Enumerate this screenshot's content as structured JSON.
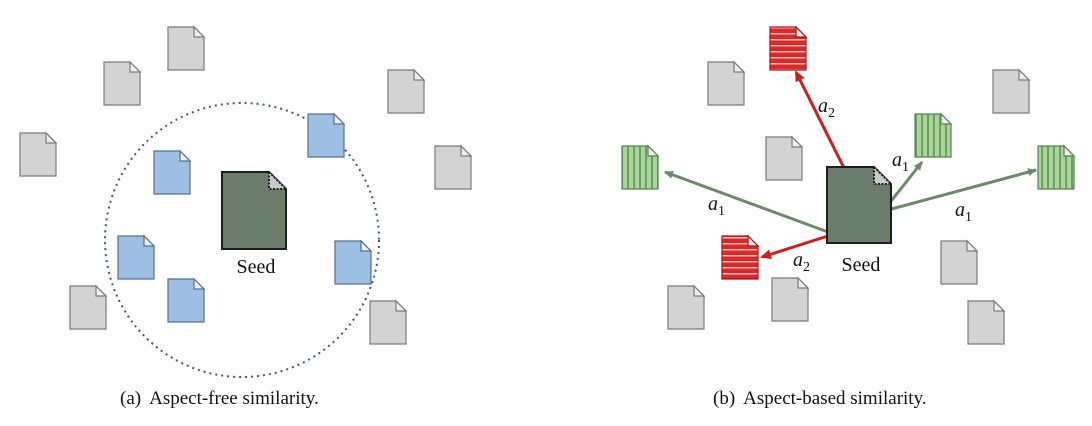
{
  "panel_a": {
    "caption_label": "(a)",
    "caption_text": "Aspect-free similarity.",
    "seed_label": "Seed"
  },
  "panel_b": {
    "caption_label": "(b)",
    "caption_text": "Aspect-based similarity.",
    "seed_label": "Seed",
    "edge_labels": [
      {
        "base": "a",
        "sub": "2"
      },
      {
        "base": "a",
        "sub": "1"
      },
      {
        "base": "a",
        "sub": "1"
      },
      {
        "base": "a",
        "sub": "1"
      },
      {
        "base": "a",
        "sub": "2"
      }
    ]
  },
  "colors": {
    "doc_gray_fill": "#d3d3d3",
    "doc_gray_stroke": "#7a7a7a",
    "doc_blue_fill": "#9dbfe3",
    "doc_blue_stroke": "#5a6f86",
    "seed_fill": "#6a7c6a",
    "seed_stroke": "#1e1e1e",
    "aspect1_fill": "#a8d59a",
    "aspect1_stripe": "#6e9e62",
    "aspect1_arrow": "#6b8a69",
    "aspect2_fill": "#d92a2a",
    "aspect2_stripe": "#f4b6b6",
    "aspect2_arrow": "#cc1e1e",
    "circle_stroke": "#3d5a6e"
  }
}
